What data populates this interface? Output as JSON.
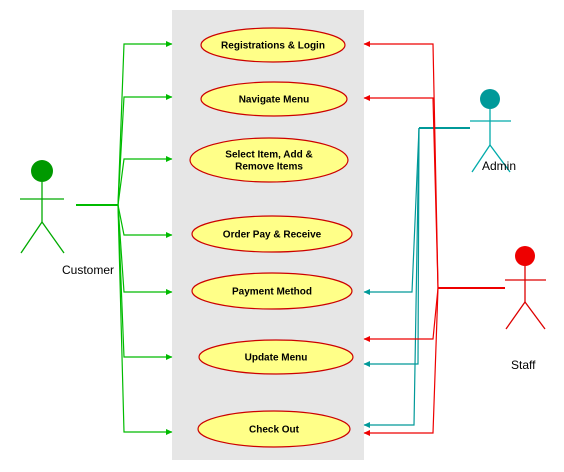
{
  "diagram": {
    "type": "use-case",
    "system_boundary_color": "#e6e6e6",
    "use_case_fill": "#ffff88",
    "use_case_stroke": "#cc0000",
    "use_cases": [
      {
        "id": "registration-login",
        "lines": [
          "Registrations & Login"
        ]
      },
      {
        "id": "navigate-menu",
        "lines": [
          "Navigate Menu"
        ]
      },
      {
        "id": "select-item",
        "lines": [
          "Select Item, Add &",
          "Remove Items"
        ]
      },
      {
        "id": "order-pay-receive",
        "lines": [
          "Order Pay & Receive"
        ]
      },
      {
        "id": "payment-method",
        "lines": [
          "Payment Method"
        ]
      },
      {
        "id": "update-menu",
        "lines": [
          "Update Menu"
        ]
      },
      {
        "id": "check-out",
        "lines": [
          "Check Out"
        ]
      }
    ],
    "actors": {
      "customer": {
        "label": "Customer",
        "color": "#00aa00",
        "connects": [
          "registration-login",
          "navigate-menu",
          "select-item",
          "order-pay-receive",
          "payment-method",
          "update-menu",
          "check-out"
        ]
      },
      "admin": {
        "label": "Admin",
        "color": "#009999",
        "connects": [
          "payment-method",
          "update-menu",
          "check-out"
        ]
      },
      "staff": {
        "label": "Staff",
        "color": "#ee0000",
        "connects": [
          "registration-login",
          "navigate-menu",
          "update-menu",
          "check-out"
        ]
      }
    }
  }
}
